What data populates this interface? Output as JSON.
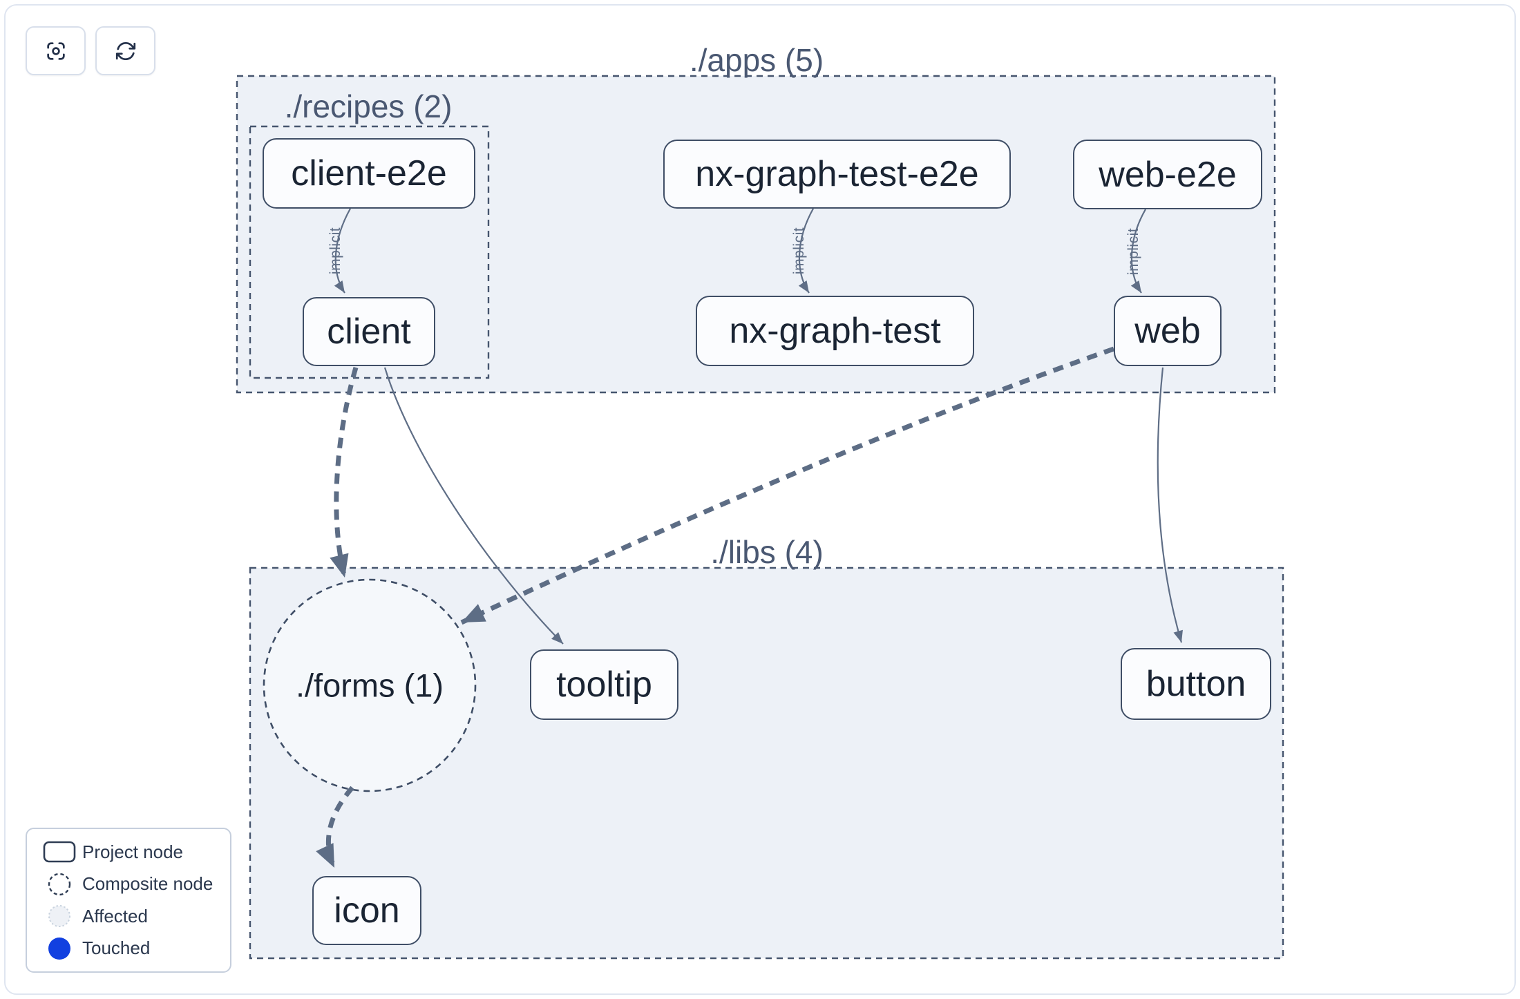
{
  "toolbar": {
    "buttons": [
      {
        "icon": "focus"
      },
      {
        "icon": "refresh"
      }
    ]
  },
  "graph": {
    "groups": [
      {
        "id": "apps",
        "label": "./apps (5)"
      },
      {
        "id": "recipes",
        "label": "./recipes (2)"
      },
      {
        "id": "libs",
        "label": "./libs (4)"
      }
    ],
    "composite": {
      "label": "./forms (1)"
    },
    "nodes": [
      {
        "id": "client-e2e",
        "label": "client-e2e"
      },
      {
        "id": "nx-graph-test-e2e",
        "label": "nx-graph-test-e2e"
      },
      {
        "id": "web-e2e",
        "label": "web-e2e"
      },
      {
        "id": "client",
        "label": "client"
      },
      {
        "id": "nx-graph-test",
        "label": "nx-graph-test"
      },
      {
        "id": "web",
        "label": "web"
      },
      {
        "id": "tooltip",
        "label": "tooltip"
      },
      {
        "id": "button",
        "label": "button"
      },
      {
        "id": "icon",
        "label": "icon"
      }
    ],
    "edges": [
      {
        "from": "client-e2e",
        "to": "client",
        "label": "implicit",
        "style": "solid"
      },
      {
        "from": "nx-graph-test-e2e",
        "to": "nx-graph-test",
        "label": "implicit",
        "style": "solid"
      },
      {
        "from": "web-e2e",
        "to": "web",
        "label": "implicit",
        "style": "solid"
      },
      {
        "from": "client",
        "to": "tooltip",
        "label": "",
        "style": "solid"
      },
      {
        "from": "web",
        "to": "button",
        "label": "",
        "style": "solid"
      },
      {
        "from": "client",
        "to": "./forms",
        "label": "",
        "style": "dashed-thick"
      },
      {
        "from": "web",
        "to": "./forms",
        "label": "",
        "style": "dashed-thick"
      },
      {
        "from": "./forms",
        "to": "icon",
        "label": "",
        "style": "dashed-thick"
      }
    ]
  },
  "legend": {
    "items": [
      {
        "swatch": "project",
        "label": "Project node"
      },
      {
        "swatch": "composite",
        "label": "Composite node"
      },
      {
        "swatch": "affected",
        "label": "Affected"
      },
      {
        "swatch": "touched",
        "label": "Touched"
      }
    ]
  },
  "colors": {
    "touched": "#1240e0",
    "affected_fill": "#eef1f6",
    "affected_border": "#c9d3df",
    "group_fill": "#edf1f7",
    "composite_fill": "#f5f8fb",
    "node_fill": "#fbfcfe",
    "node_border": "#3f4e66",
    "edge": "#5d6d85",
    "node_text": "#1a2433",
    "group_label": "#4a5872"
  }
}
